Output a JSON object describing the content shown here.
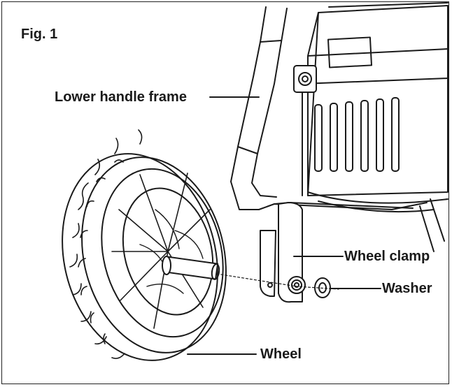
{
  "figure": {
    "label": "Fig. 1",
    "callouts": {
      "lower_handle_frame": "Lower handle frame",
      "wheel_clamp": "Wheel clamp",
      "washer": "Washer",
      "wheel": "Wheel"
    }
  },
  "colors": {
    "line": "#1a1a1a",
    "background": "#ffffff"
  }
}
